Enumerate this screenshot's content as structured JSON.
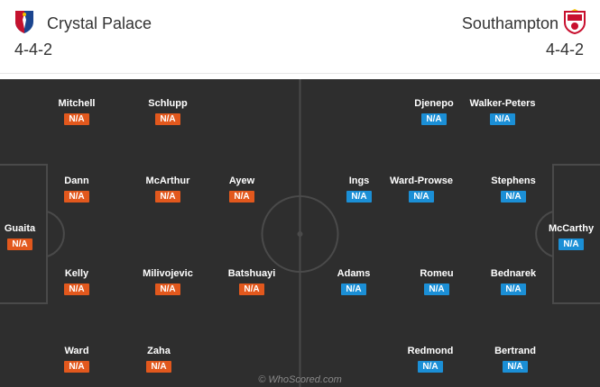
{
  "home": {
    "name": "Crystal Palace",
    "formation": "4-4-2",
    "crest_icon": "crystal-palace-crest-icon",
    "rating_color": "#e2581d",
    "players": [
      {
        "name": "Guaita",
        "rating": "N/A"
      },
      {
        "name": "Mitchell",
        "rating": "N/A"
      },
      {
        "name": "Dann",
        "rating": "N/A"
      },
      {
        "name": "Kelly",
        "rating": "N/A"
      },
      {
        "name": "Ward",
        "rating": "N/A"
      },
      {
        "name": "Schlupp",
        "rating": "N/A"
      },
      {
        "name": "McArthur",
        "rating": "N/A"
      },
      {
        "name": "Milivojevic",
        "rating": "N/A"
      },
      {
        "name": "Zaha",
        "rating": "N/A"
      },
      {
        "name": "Ayew",
        "rating": "N/A"
      },
      {
        "name": "Batshuayi",
        "rating": "N/A"
      }
    ]
  },
  "away": {
    "name": "Southampton",
    "formation": "4-4-2",
    "crest_icon": "southampton-crest-icon",
    "rating_color": "#1b8fd6",
    "players": [
      {
        "name": "McCarthy",
        "rating": "N/A"
      },
      {
        "name": "Walker-Peters",
        "rating": "N/A"
      },
      {
        "name": "Stephens",
        "rating": "N/A"
      },
      {
        "name": "Bednarek",
        "rating": "N/A"
      },
      {
        "name": "Bertrand",
        "rating": "N/A"
      },
      {
        "name": "Djenepo",
        "rating": "N/A"
      },
      {
        "name": "Ward-Prowse",
        "rating": "N/A"
      },
      {
        "name": "Romeu",
        "rating": "N/A"
      },
      {
        "name": "Redmond",
        "rating": "N/A"
      },
      {
        "name": "Ings",
        "rating": "N/A"
      },
      {
        "name": "Adams",
        "rating": "N/A"
      }
    ]
  },
  "watermark": "© WhoScored.com",
  "pitch_color": "#2e2e2e"
}
